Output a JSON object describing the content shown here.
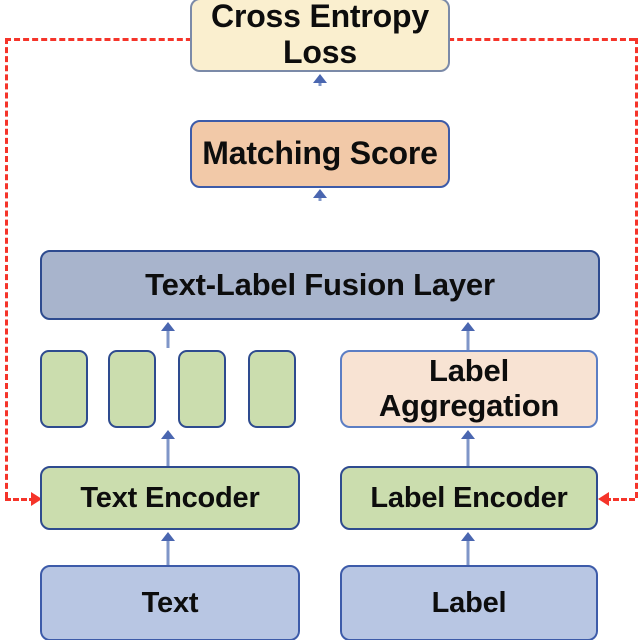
{
  "diagram": {
    "title": "Text-Label Matching Model Architecture",
    "background_color": "#ffffff"
  },
  "nodes": {
    "loss": {
      "label": "Cross Entropy Loss",
      "fill": "#faefcf",
      "stroke": "#7b8aa8"
    },
    "score": {
      "label": "Matching Score",
      "fill": "#f2c9a8",
      "stroke": "#3d5ba9"
    },
    "fusion": {
      "label": "Text-Label Fusion Layer",
      "fill": "#a8b4cc",
      "stroke": "#2e4b8f"
    },
    "aggregate": {
      "label": "Label Aggregation",
      "fill": "#f8e3d3",
      "stroke": "#5c7ec4"
    },
    "text_encoder": {
      "label": "Text Encoder",
      "fill": "#cbddae",
      "stroke": "#2e4b8f"
    },
    "label_encoder": {
      "label": "Label Encoder",
      "fill": "#cbddae",
      "stroke": "#2e4b8f"
    },
    "text": {
      "label": "Text",
      "fill": "#b8c6e3",
      "stroke": "#3d5ba9"
    },
    "label": {
      "label": "Label",
      "fill": "#b8c6e3",
      "stroke": "#3d5ba9"
    }
  },
  "token_embeddings": {
    "count": 4,
    "label": "",
    "fill": "#cbddae",
    "stroke": "#2e4b8f"
  },
  "arrows": {
    "forward_color": "#7f96c8",
    "forward_head_color": "#4a66b0",
    "feedback_color": "#f5342a",
    "feedback_style": "dashed",
    "forward_flow": [
      "text -> text_encoder",
      "label -> label_encoder",
      "text_encoder -> token_embeddings",
      "label_encoder -> aggregate",
      "token_embeddings -> fusion",
      "aggregate -> fusion",
      "fusion -> score",
      "score -> loss"
    ],
    "feedback_flow": [
      "loss -> text_encoder",
      "loss -> label_encoder"
    ]
  }
}
